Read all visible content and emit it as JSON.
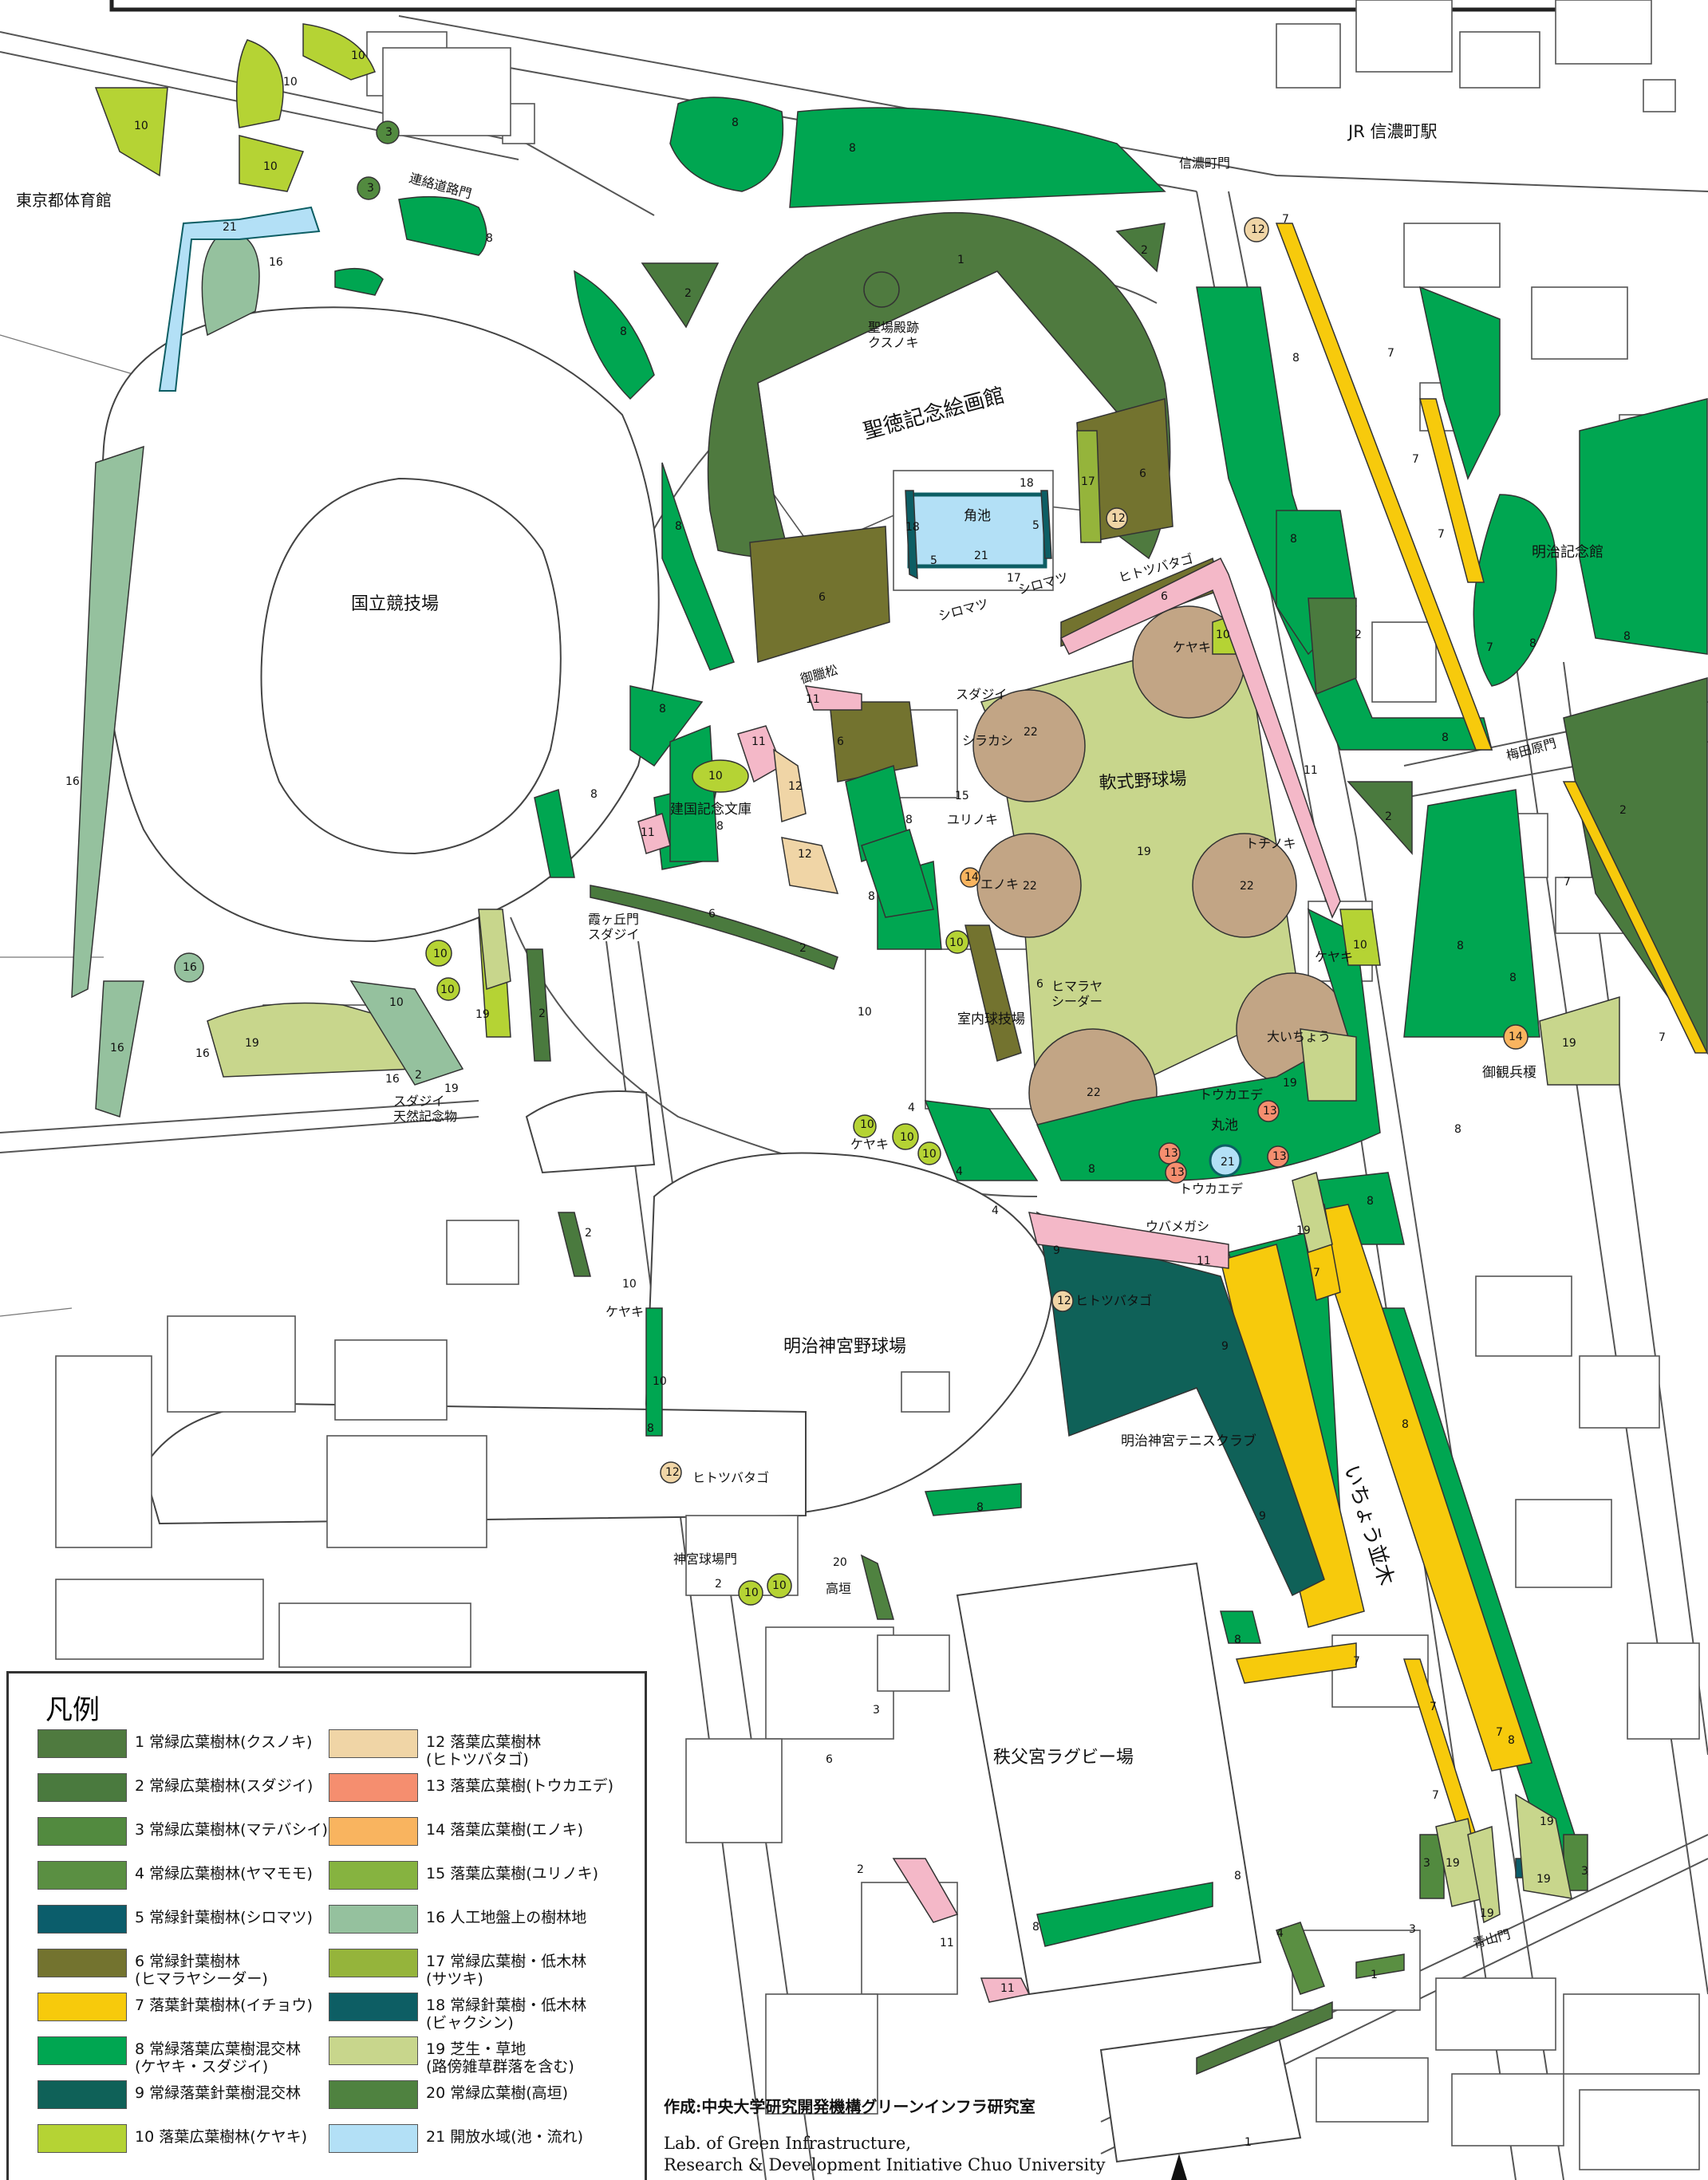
{
  "map": {
    "place_labels": {
      "jr_station": "JR 信濃町駅",
      "tokyo_gym": "東京都体育館",
      "national_stadium": "国立競技場",
      "kaigakan": "聖徳記念絵画館",
      "softball": "軟式野球場",
      "meiji_kinenkan": "明治記念館",
      "jingu_stadium": "明治神宮野球場",
      "chichibu": "秩父宮ラグビー場",
      "tennis_club": "明治神宮テニスクラブ",
      "indoor": "室内球技場",
      "kenkoku": "建国記念文庫",
      "ginkgo_avenue": "いちょう並木",
      "kakuike": "角池",
      "maruike": "丸池",
      "kusunoki_site": "聖場殿跡\nクスノキ",
      "gyoyomatsu": "御臘松",
      "gokanpeizakura": "御観兵榎"
    },
    "gate_labels": {
      "renraku": "連絡道路門",
      "shinanomachi": "信濃町門",
      "umedahara": "梅田原門",
      "kasumigaoka": "霞ヶ丘門\nスダジイ",
      "jingu_kyujo": "神宮球場門",
      "aoyama": "青山門"
    },
    "tree_labels": {
      "hitotsubatago_1": "ヒトツバタゴ",
      "shiromatsu_1": "シロマツ",
      "shiromatsu_2": "シロマツ",
      "keyaki_1": "ケヤキ",
      "sudajii_1": "スダジイ",
      "shirakashi": "シラカシ",
      "yurinoki": "ユリノキ",
      "enoki": "エノキ",
      "tochinoki": "トチノキ",
      "keyaki_2": "ケヤキ",
      "himalaya": "ヒマラヤ\nシーダー",
      "oicho": "大いちょう",
      "touka_1": "トウカエデ",
      "touka_2": "トウカエデ",
      "ubamegashi": "ウバメガシ",
      "hitotsubatago_2": "ヒトツバタゴ",
      "keyaki_3": "ケヤキ",
      "keyaki_4": "ケヤキ",
      "hitotsubatago_3": "ヒトツバタゴ",
      "takagaki": "高垣",
      "sudajii_tennen": "スダジイ\n天然記念物"
    }
  },
  "legend": {
    "title": "凡例",
    "items": [
      {
        "no": "1",
        "label": "1 常緑広葉樹林(クスノキ)",
        "color": "#4f7a3f"
      },
      {
        "no": "2",
        "label": "2 常緑広葉樹林(スダジイ)",
        "color": "#4a7a3e"
      },
      {
        "no": "3",
        "label": "3 常緑広葉樹林(マテバシイ)",
        "color": "#528a3f"
      },
      {
        "no": "4",
        "label": "4 常緑広葉樹林(ヤマモモ)",
        "color": "#5a8f42"
      },
      {
        "no": "5",
        "label": "5 常緑針葉樹林(シロマツ)",
        "color": "#0b5d6b"
      },
      {
        "no": "6",
        "label": "6 常緑針葉樹林\n(ヒマラヤシーダー)",
        "color": "#73732f"
      },
      {
        "no": "7",
        "label": "7 落葉針葉樹林(イチョウ)",
        "color": "#f7ca0c"
      },
      {
        "no": "8",
        "label": "8 常緑落葉広葉樹混交林\n(ケヤキ・スダジイ)",
        "color": "#00a651"
      },
      {
        "no": "9",
        "label": "9 常緑落葉針葉樹混交林",
        "color": "#0f6158"
      },
      {
        "no": "10",
        "label": "10 落葉広葉樹林(ケヤキ)",
        "color": "#b5d334"
      },
      {
        "no": "12",
        "label": "12 落葉広葉樹林\n(ヒトツバタゴ)",
        "color": "#f0d5a6"
      },
      {
        "no": "13",
        "label": "13 落葉広葉樹(トウカエデ)",
        "color": "#f58e6f"
      },
      {
        "no": "14",
        "label": "14 落葉広葉樹(エノキ)",
        "color": "#f9b45f"
      },
      {
        "no": "15",
        "label": "15 落葉広葉樹(ユリノキ)",
        "color": "#86b340"
      },
      {
        "no": "16",
        "label": "16 人工地盤上の樹林地",
        "color": "#95c19e"
      },
      {
        "no": "17",
        "label": "17 常緑広葉樹・低木林\n(サツキ)",
        "color": "#95b43b"
      },
      {
        "no": "18",
        "label": "18 常緑針葉樹・低木林\n(ビャクシン)",
        "color": "#0d5e64"
      },
      {
        "no": "19",
        "label": "19 芝生・草地\n(路傍雑草群落を含む)",
        "color": "#c8d68c"
      },
      {
        "no": "20",
        "label": "20 常緑広葉樹(高垣)",
        "color": "#4f8240"
      },
      {
        "no": "21",
        "label": "21 開放水域(池・流れ)",
        "color": "#b3e0f6"
      }
    ]
  },
  "extra_colors": {
    "pink_11": "#f4b8c8",
    "brown_22": "#c2a585"
  },
  "credit": {
    "ja": "作成:中央大学研究開発機構グリーンインフラ研究室",
    "en1": "Lab. of Green Infrastructure,",
    "en2": "Research & Development Initiative Chuo University"
  }
}
